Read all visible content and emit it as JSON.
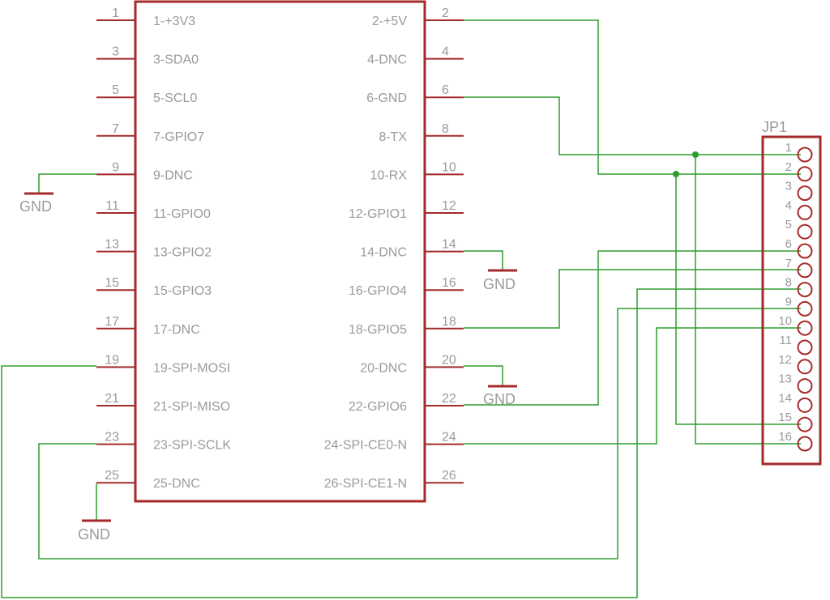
{
  "colors": {
    "part": "#a52a2a",
    "wire": "#2e9e2e",
    "text": "#9a9a9a",
    "background": "#ffffff"
  },
  "header": {
    "left_pins": [
      {
        "num": "1",
        "name": "1-+3V3"
      },
      {
        "num": "3",
        "name": "3-SDA0"
      },
      {
        "num": "5",
        "name": "5-SCL0"
      },
      {
        "num": "7",
        "name": "7-GPIO7"
      },
      {
        "num": "9",
        "name": "9-DNC"
      },
      {
        "num": "11",
        "name": "11-GPIO0"
      },
      {
        "num": "13",
        "name": "13-GPIO2"
      },
      {
        "num": "15",
        "name": "15-GPIO3"
      },
      {
        "num": "17",
        "name": "17-DNC"
      },
      {
        "num": "19",
        "name": "19-SPI-MOSI"
      },
      {
        "num": "21",
        "name": "21-SPI-MISO"
      },
      {
        "num": "23",
        "name": "23-SPI-SCLK"
      },
      {
        "num": "25",
        "name": "25-DNC"
      }
    ],
    "right_pins": [
      {
        "num": "2",
        "name": "2-+5V"
      },
      {
        "num": "4",
        "name": "4-DNC"
      },
      {
        "num": "6",
        "name": "6-GND"
      },
      {
        "num": "8",
        "name": "8-TX"
      },
      {
        "num": "10",
        "name": "10-RX"
      },
      {
        "num": "12",
        "name": "12-GPIO1"
      },
      {
        "num": "14",
        "name": "14-DNC"
      },
      {
        "num": "16",
        "name": "16-GPIO4"
      },
      {
        "num": "18",
        "name": "18-GPIO5"
      },
      {
        "num": "20",
        "name": "20-DNC"
      },
      {
        "num": "22",
        "name": "22-GPIO6"
      },
      {
        "num": "24",
        "name": "24-SPI-CE0-N"
      },
      {
        "num": "26",
        "name": "26-SPI-CE1-N"
      }
    ]
  },
  "gnd_label": "GND",
  "jp1": {
    "title": "JP1",
    "pins": [
      "1",
      "2",
      "3",
      "4",
      "5",
      "6",
      "7",
      "8",
      "9",
      "10",
      "11",
      "12",
      "13",
      "14",
      "15",
      "16"
    ]
  }
}
